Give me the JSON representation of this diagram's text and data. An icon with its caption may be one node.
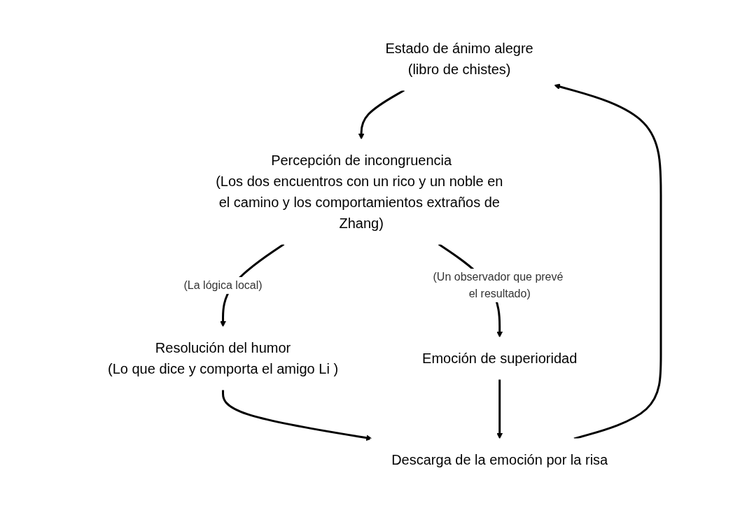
{
  "diagram": {
    "nodes": [
      {
        "text": [
          "Estado de ánimo alegre",
          "(libro de chistes)"
        ]
      },
      {
        "text": [
          "Percepción de incongruencia",
          "(Los dos encuentros con un rico y un noble en el camino y los comportamientos extraños de Zhang)"
        ]
      },
      {
        "text": [
          "Resolución del humor",
          "(Lo que dice y comporta el amigo Li )"
        ]
      },
      {
        "text": [
          "Emoción de superioridad"
        ]
      },
      {
        "text": [
          "Descarga de la emoción por la risa"
        ]
      }
    ],
    "edges": [
      {
        "from": 0,
        "to": 1,
        "arrow": "to"
      },
      {
        "from": 1,
        "to": 2,
        "arrow": "to",
        "label": "(La lógica local)"
      },
      {
        "from": 1,
        "to": 3,
        "arrow": "to",
        "label": "(Un observador que prevé el resultado)"
      },
      {
        "from": 2,
        "to": 4,
        "arrow": "to"
      },
      {
        "from": 3,
        "to": 4,
        "arrow": "to"
      },
      {
        "from": 4,
        "to": 0,
        "arrow": "to"
      }
    ]
  }
}
